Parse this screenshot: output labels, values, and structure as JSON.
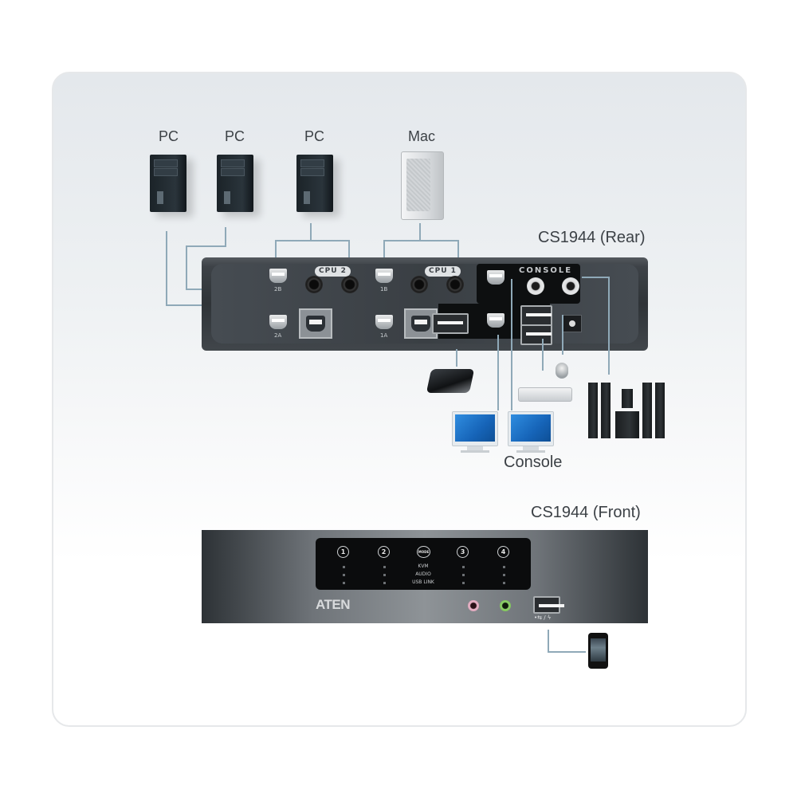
{
  "computers": [
    {
      "label": "PC",
      "type": "pc"
    },
    {
      "label": "PC",
      "type": "pc"
    },
    {
      "label": "PC",
      "type": "pc"
    },
    {
      "label": "Mac",
      "type": "mac"
    }
  ],
  "rear_panel": {
    "title": "CS1944 (Rear)",
    "sections": {
      "cpu2": {
        "label": "CPU 2",
        "ports": [
          "2B",
          "2A"
        ]
      },
      "cpu1": {
        "label": "CPU 1",
        "ports": [
          "1B",
          "1A"
        ]
      },
      "console": {
        "label": "CONSOLE"
      }
    },
    "icons": {
      "usb": "usb-icon",
      "mic": "microphone-icon",
      "speaker": "speaker-icon",
      "displayport": "displayport-icon"
    }
  },
  "console_devices": {
    "label": "Console",
    "items": [
      "usb-hard-drive",
      "monitor-1",
      "monitor-2",
      "keyboard",
      "mouse",
      "speaker-system"
    ]
  },
  "front_panel": {
    "title": "CS1944 (Front)",
    "brand": "ATEN",
    "buttons": [
      "1",
      "2",
      "MODE",
      "3",
      "4"
    ],
    "mode_labels": [
      "KVM",
      "AUDIO",
      "USB LINK"
    ],
    "usb_label": "•⇆ / ϟ",
    "device": "smartphone"
  },
  "colors": {
    "line": "#8fa9b8",
    "device_body": "#3a3f44",
    "mic_jack": "#e7b3c6",
    "speaker_jack": "#8fd16a"
  }
}
